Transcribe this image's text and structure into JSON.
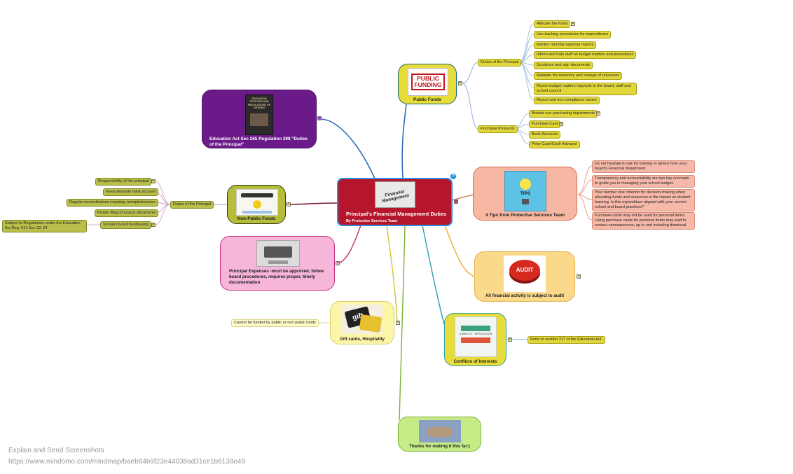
{
  "central": {
    "title": "Principal's Financial Management Duties",
    "subtitle": "By Protective Services Team",
    "image_text": "Financial Management",
    "badge": "?"
  },
  "public_funds": {
    "label": "Public Funds",
    "image_text": "PUBLIC FUNDING",
    "duties_label": "Duties of the Principal",
    "duties": [
      "Allocate the funds",
      "Use tracking procedures for expenditures",
      "Monitor monthly expense reports",
      "Inform and train staff on budget matters and procedures",
      "Scrutinize and sign documents",
      "Maintain the inventory and storage of resources",
      "Report budget matters regularly to the board, staff and school council",
      "Report and non compliance issues"
    ],
    "protocols_label": "Purchase Protocols",
    "protocols": [
      "Boards use purchasing departments",
      "Purchase Card",
      "Bank Accounts",
      "Petty Cash/Cash Advance"
    ]
  },
  "education_act": {
    "label": "Education Act Sec 265 Regulation 298 \"Duties of the Principal\"",
    "image_text": "EDUCATION STATUTES AND REGULATIONS OF ONTARIO"
  },
  "non_public": {
    "label": "Non-Public Funds",
    "duties_label": "Duties of the Principal",
    "duties": [
      "Responsibility of the principal",
      "Keep separate bank account",
      "Regular reconciliations requiring receipts/invoices",
      "Proper filing of source documents",
      "School council fundraising"
    ],
    "regulation": "Subject to Regulations under the Education Act Reg. 612 Sec 22, 24"
  },
  "expenses": {
    "label": "Principal Expenses -must be approved, follow board procedures, requires proper, timely documentation"
  },
  "gift_cards": {
    "label": "Gift cards, Hospitality",
    "image_text": "gift",
    "note": "Cannot be funded by public or non public funds"
  },
  "tips": {
    "label": "4 Tips from Protective Services Team",
    "image_text": "TIPS",
    "items": [
      "Do not hesitate to ask for training or advice from your board's Financial department.",
      "Transparency and accountability are two key concepts to guide you in managing your school budget.",
      "Your number one criterion for decision-making when allocating funds and resources is the impact on student learning. Is this expenditure aligned with your current school and board practices?",
      "Purchase cards may not be used for personal items. Using purchase cards for personal items may lead to serious consequences, up to and including dismissal."
    ]
  },
  "audit": {
    "label": "All financial activity is subject to audit",
    "image_text": "AUDIT"
  },
  "conflicts": {
    "label": "Conflicts of Interests",
    "image_text": "CONFLICT / RESOLUTION",
    "note": "Refer to section 217 of the Education Act."
  },
  "thanks": {
    "label": "Thanks for making it this far:)"
  },
  "footer": {
    "line1": "Explain and Send Screenshots",
    "line2": "https://www.mindomo.com/mindmap/baeb84b9f23e44038ad31ce1b6139e49"
  },
  "toggle_glyph": "=",
  "colors": {
    "central": "#b5162b",
    "public_funds": "#e8dc38",
    "education_act": "#6b1a8a",
    "non_public": "#b6bd3a",
    "expenses": "#f6b5d9",
    "gift_cards": "#fbf5a8",
    "tips": "#f7b8a3",
    "audit": "#fbd98b",
    "conflicts": "#e7dc3a",
    "thanks": "#c6ec87"
  }
}
